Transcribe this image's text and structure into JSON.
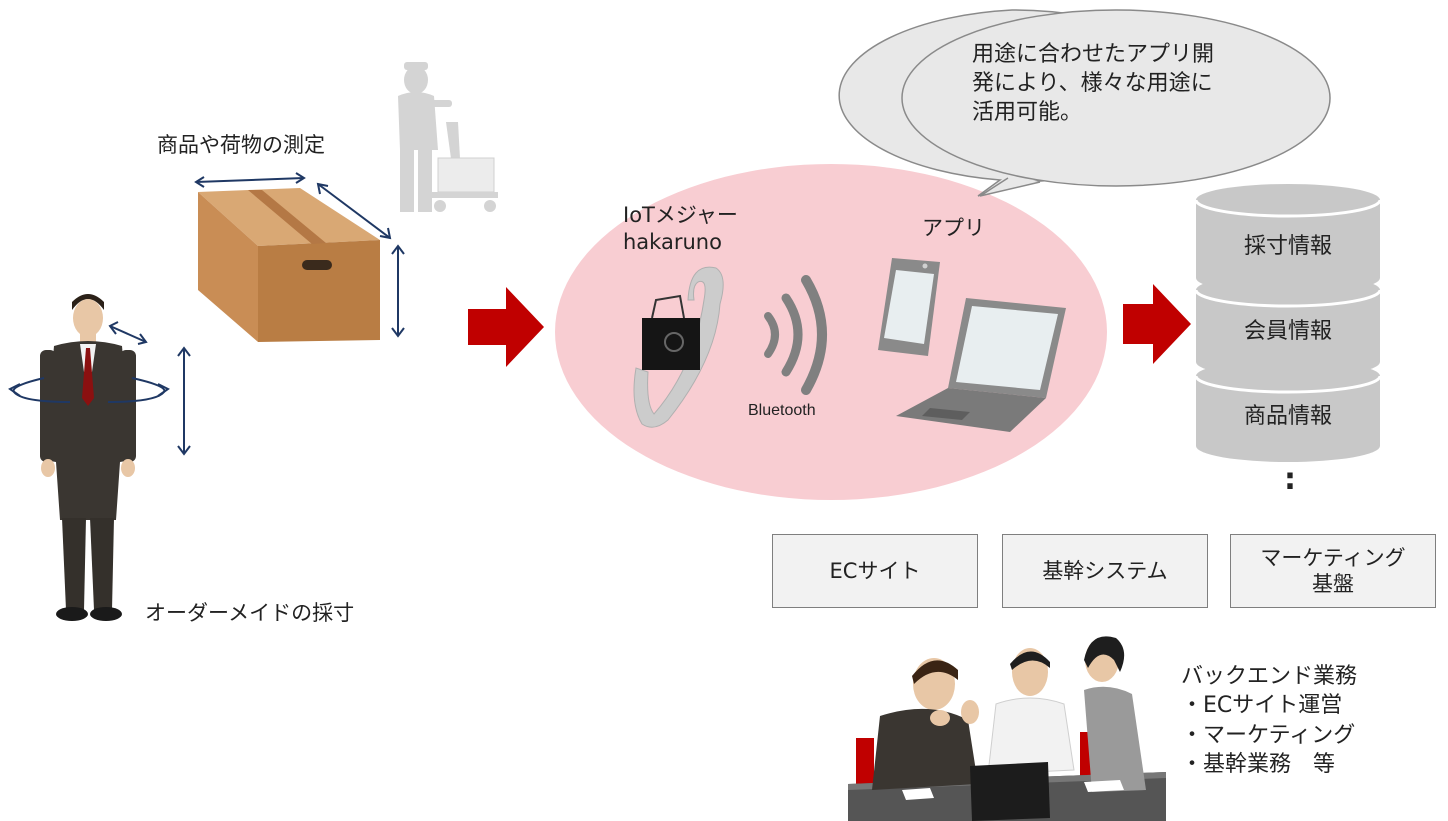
{
  "measure": {
    "goods_label": "商品や荷物の測定",
    "tailor_label": "オーダーメイドの採寸"
  },
  "device": {
    "name_line1": "IoTメジャー",
    "name_line2": "hakaruno",
    "bluetooth_label": "Bluetooth",
    "app_label": "アプリ"
  },
  "bubble": {
    "text": "用途に合わせたアプリ開\n発により、様々な用途に\n活用可能。"
  },
  "database": {
    "layers": [
      "採寸情報",
      "会員情報",
      "商品情報"
    ],
    "continuation": ":"
  },
  "systems": [
    "ECサイト",
    "基幹システム",
    "マーケティング\n基盤"
  ],
  "backend": {
    "title": "バックエンド業務",
    "items": [
      "ECサイト運営",
      "マーケティング",
      "基幹業務　等"
    ]
  },
  "colors": {
    "arrow": "#c00000",
    "ellipse": "#f8cdd2",
    "db_fill": "#c8c8c8",
    "measure_arrow": "#1f3864",
    "box": "#c9915a"
  }
}
